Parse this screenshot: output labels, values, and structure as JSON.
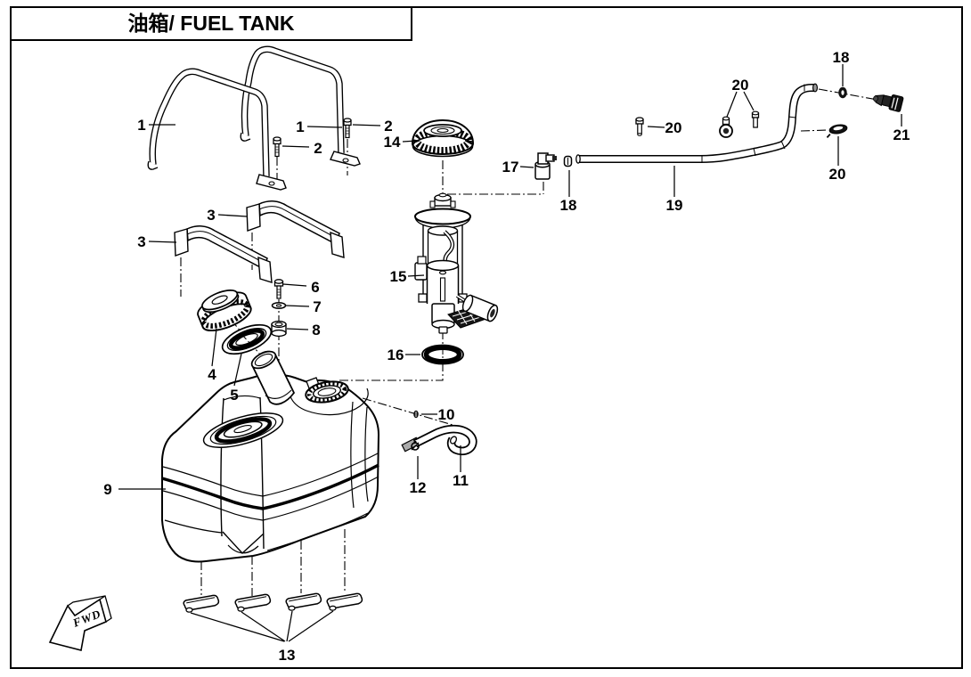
{
  "title": {
    "text": "油箱/ FUEL TANK"
  },
  "fwd_marker": {
    "text": "FWD"
  },
  "colors": {
    "line": "#000000",
    "background": "#ffffff"
  },
  "callouts": {
    "n1": "1",
    "n2": "2",
    "n3": "3",
    "n4": "4",
    "n5": "5",
    "n6": "6",
    "n7": "7",
    "n8": "8",
    "n9": "9",
    "n10": "10",
    "n11": "11",
    "n12": "12",
    "n13": "13",
    "n14": "14",
    "n15": "15",
    "n16": "16",
    "n17": "17",
    "n18": "18",
    "n19": "19",
    "n20": "20",
    "n21": "21"
  }
}
